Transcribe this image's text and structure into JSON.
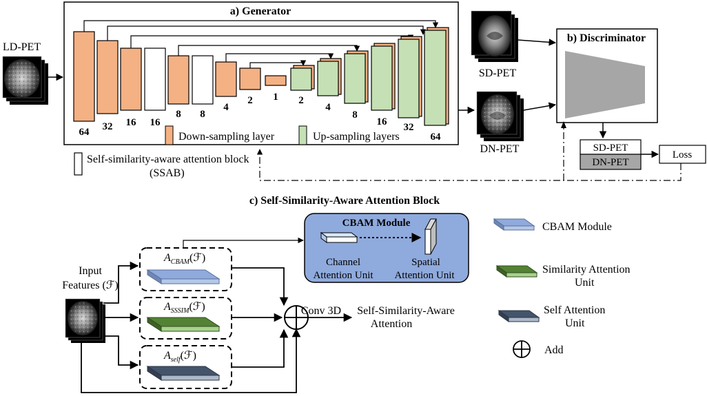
{
  "generator": {
    "title": "a) Generator",
    "input_label": "LD-PET",
    "down_labels": [
      "64",
      "32",
      "16",
      "16",
      "8",
      "8",
      "4",
      "2",
      "1"
    ],
    "up_labels": [
      "2",
      "4",
      "8",
      "16",
      "32",
      "64"
    ],
    "legend_down": "Down-sampling layer",
    "legend_up": "Up-sampling layers",
    "legend_ssab_line1": "Self-similarity-aware attention block",
    "legend_ssab_line2": "(SSAB)",
    "output_label": "DN-PET",
    "sd_label": "SD-PET"
  },
  "discriminator": {
    "title": "b) Discriminator",
    "box_sd": "SD-PET",
    "box_dn": "DN-PET",
    "loss": "Loss"
  },
  "ssab": {
    "title": "c) Self-Similarity-Aware Attention Block",
    "input_line1": "Input",
    "input_line2": "Features (ℱ)",
    "cbam_title": "CBAM Module",
    "channel_line1": "Channel",
    "channel_line2": "Attention Unit",
    "spatial_line1": "Spatial",
    "spatial_line2": "Attention Unit",
    "conv": "Conv 3D",
    "output_line1": "Self-Similarity-Aware",
    "output_line2": "Attention",
    "a_cbam_base": "A",
    "a_cbam_sub": "CBAM",
    "a_sssim_base": "A",
    "a_sssim_sub": "SSSIM",
    "a_self_base": "A",
    "a_self_sub": "self",
    "arg": "(ℱ)"
  },
  "legend": {
    "cbam": "CBAM Module",
    "sim_line1": "Similarity Attention",
    "sim_line2": "Unit",
    "self_line1": "Self Attention",
    "self_line2": "Unit",
    "add": "Add"
  },
  "colors": {
    "down": "#f4b183",
    "up": "#c5e0b4",
    "cbam_box": "#8faadc",
    "cbam_block": "#7f9bc9",
    "sim_block": "#548235",
    "self_block": "#44546a",
    "disc_shape": "#a6a6a6",
    "dn_box": "#a6a6a6"
  }
}
